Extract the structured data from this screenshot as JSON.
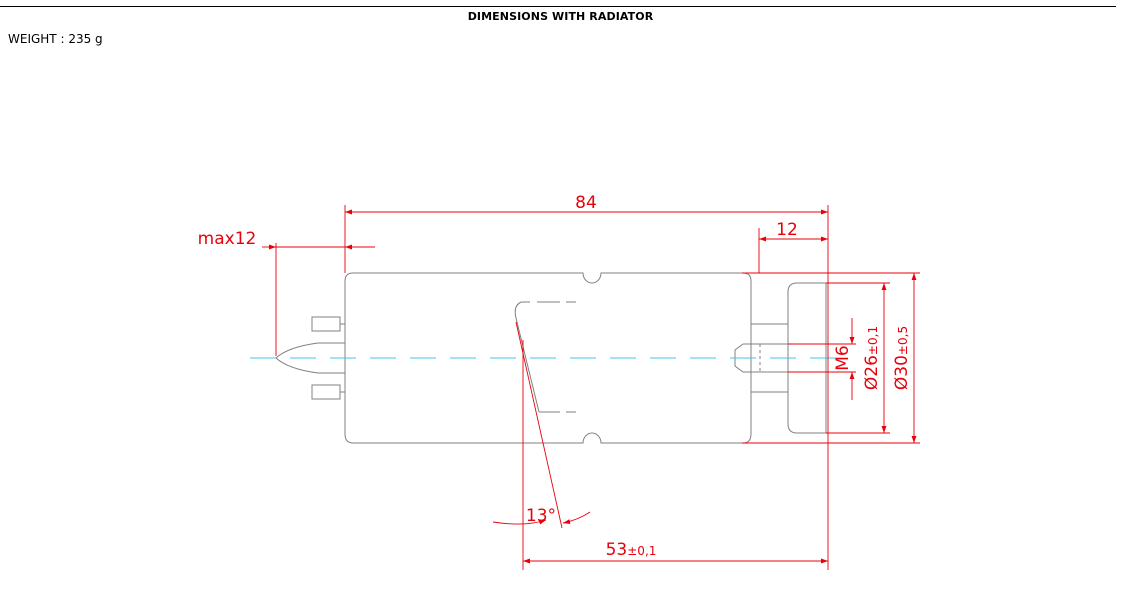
{
  "header": {
    "title": "DIMENSIONS WITH RADIATOR"
  },
  "specs": {
    "weight_label": "WEIGHT :",
    "weight_value": "235 g"
  },
  "dimensions": {
    "overall_length": "84",
    "pin_max": "max12",
    "tail_length": "12",
    "thread": "M6",
    "diam_26": "Ø26",
    "diam_26_tol": "±0,1",
    "diam_30": "Ø30",
    "diam_30_tol": "±0,5",
    "angle": "13°",
    "length_53": "53",
    "length_53_tol": "±0,1"
  },
  "colors": {
    "outline": "#808080",
    "dimension": "#e8000b",
    "centerline": "#40c8e8",
    "text": "#000000"
  }
}
